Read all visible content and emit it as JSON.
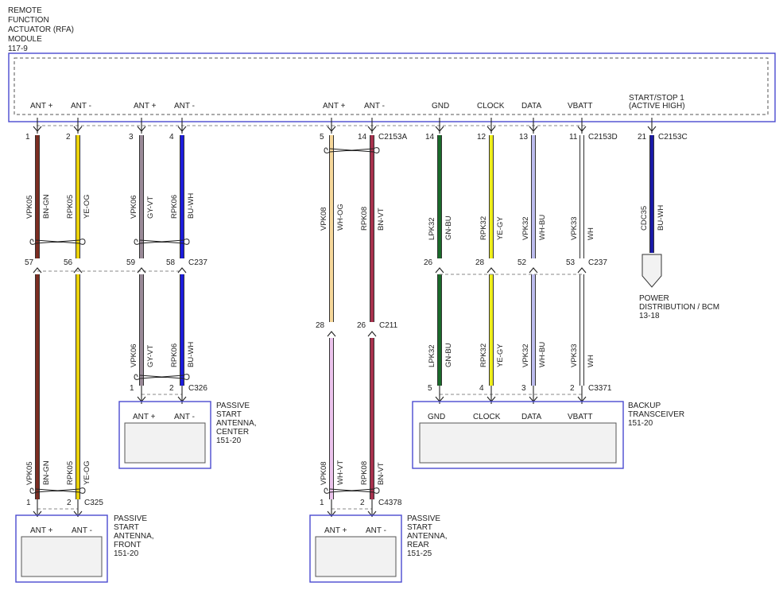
{
  "colors": {
    "module_border": "#4a4ad0",
    "BN-GN": "#7b2d22",
    "YE-OG": "#ecd20a",
    "GY-VT": "#9a8a98",
    "BU-WH": "#1c1cdc",
    "WH-OG": "#f6d79a",
    "BN-VT": "#a8324e",
    "WH-VT": "#ebc3ec",
    "GN-BU": "#1a6a2a",
    "YE-GY": "#eeee1a",
    "WH-BU": "#bcbcee",
    "WH": "#f6f6f6",
    "CDC_BU-WH": "#1a1aa8"
  },
  "main_module": {
    "label_lines": [
      "REMOTE",
      "FUNCTION",
      "ACTUATOR (RFA)",
      "MODULE",
      "117-9"
    ],
    "pin_labels": [
      "ANT +",
      "ANT -",
      "ANT +",
      "ANT -",
      "ANT +",
      "ANT -",
      "GND",
      "CLOCK",
      "DATA",
      "VBATT"
    ],
    "start_stop_lines": [
      "START/STOP 1",
      "(ACTIVE HIGH)"
    ]
  },
  "top_connectors": {
    "pins": [
      "1",
      "2",
      "3",
      "4",
      "5",
      "14",
      "14",
      "12",
      "13",
      "11",
      "21"
    ],
    "names": [
      "C2153A",
      "C2153D",
      "C2153C"
    ]
  },
  "upper_wires": [
    {
      "circuit": "VPK05",
      "color": "BN-GN"
    },
    {
      "circuit": "RPK05",
      "color": "YE-OG"
    },
    {
      "circuit": "VPK06",
      "color": "GY-VT"
    },
    {
      "circuit": "RPK06",
      "color": "BU-WH"
    },
    {
      "circuit": "VPK08",
      "color": "WH-OG"
    },
    {
      "circuit": "RPK08",
      "color": "BN-VT"
    },
    {
      "circuit": "LPK32",
      "color": "GN-BU"
    },
    {
      "circuit": "RPK32",
      "color": "YE-GY"
    },
    {
      "circuit": "VPK32",
      "color": "WH-BU"
    },
    {
      "circuit": "VPK33",
      "color": "WH"
    },
    {
      "circuit": "CDC35",
      "color": "BU-WH"
    }
  ],
  "c237": {
    "pins": [
      "57",
      "56",
      "59",
      "58",
      "26",
      "28",
      "52",
      "53"
    ],
    "name": "C237"
  },
  "c211": {
    "pins": [
      "28",
      "26"
    ],
    "name": "C211"
  },
  "lower_wires": [
    {
      "circuit": "VPK06",
      "color": "GY-VT"
    },
    {
      "circuit": "RPK06",
      "color": "BU-WH"
    },
    {
      "circuit": "LPK32",
      "color": "GN-BU"
    },
    {
      "circuit": "RPK32",
      "color": "YE-GY"
    },
    {
      "circuit": "VPK32",
      "color": "WH-BU"
    },
    {
      "circuit": "VPK33",
      "color": "WH"
    },
    {
      "circuit": "VPK05",
      "color": "BN-GN"
    },
    {
      "circuit": "RPK05",
      "color": "YE-OG"
    },
    {
      "circuit": "VPK08",
      "color": "WH-VT"
    },
    {
      "circuit": "RPK08",
      "color": "BN-VT"
    }
  ],
  "c326": {
    "pins": [
      "1",
      "2"
    ],
    "name": "C326"
  },
  "c3371": {
    "pins": [
      "5",
      "4",
      "3",
      "2"
    ],
    "name": "C3371"
  },
  "c325": {
    "pins": [
      "1",
      "2"
    ],
    "name": "C325"
  },
  "c4378": {
    "pins": [
      "1",
      "2"
    ],
    "name": "C4378"
  },
  "antenna_center": {
    "pin_labels": [
      "ANT +",
      "ANT -"
    ],
    "label_lines": [
      "PASSIVE",
      "START",
      "ANTENNA,",
      "CENTER",
      "151-20"
    ]
  },
  "backup_transceiver": {
    "pin_labels": [
      "GND",
      "CLOCK",
      "DATA",
      "VBATT"
    ],
    "label_lines": [
      "BACKUP",
      "TRANSCEIVER",
      "151-20"
    ]
  },
  "antenna_front": {
    "pin_labels": [
      "ANT +",
      "ANT -"
    ],
    "label_lines": [
      "PASSIVE",
      "START",
      "ANTENNA,",
      "FRONT",
      "151-20"
    ]
  },
  "antenna_rear": {
    "pin_labels": [
      "ANT +",
      "ANT -"
    ],
    "label_lines": [
      "PASSIVE",
      "START",
      "ANTENNA,",
      "REAR",
      "151-25"
    ]
  },
  "power_distribution": {
    "label_lines": [
      "POWER",
      "DISTRIBUTION / BCM",
      "13-18"
    ]
  }
}
